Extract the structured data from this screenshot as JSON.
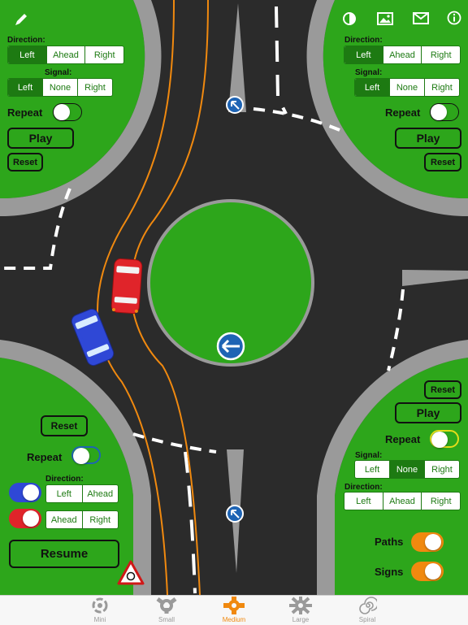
{
  "colors": {
    "grass": "#2da61b",
    "road": "#2b2b2b",
    "curb": "#9a9a9a",
    "accent_green": "#1d7a12",
    "orange": "#f0890f",
    "car_red": "#e0242a",
    "car_blue": "#2f48d6",
    "sign_blue": "#1e64b4"
  },
  "top_left_panel": {
    "edit_icon": "pencil-icon",
    "direction_label": "Direction:",
    "direction_options": [
      "Left",
      "Ahead",
      "Right"
    ],
    "direction_selected": "Left",
    "signal_label": "Signal:",
    "signal_options": [
      "Left",
      "None",
      "Right"
    ],
    "signal_selected": "Left",
    "repeat_label": "Repeat",
    "play_label": "Play",
    "reset_label": "Reset"
  },
  "top_right_panel": {
    "icons": [
      "contrast-icon",
      "image-icon",
      "mail-icon",
      "info-icon"
    ],
    "direction_label": "Direction:",
    "direction_options": [
      "Left",
      "Ahead",
      "Right"
    ],
    "direction_selected": "Left",
    "signal_label": "Signal:",
    "signal_options": [
      "Left",
      "None",
      "Right"
    ],
    "signal_selected": "Left",
    "repeat_label": "Repeat",
    "play_label": "Play",
    "reset_label": "Reset"
  },
  "bottom_left_panel": {
    "reset_label": "Reset",
    "repeat_label": "Repeat",
    "direction_label": "Direction:",
    "blue_car_options": [
      "Left",
      "Ahead"
    ],
    "blue_car_selected": "Ahead",
    "red_car_options": [
      "Ahead",
      "Right"
    ],
    "red_car_selected": "Ahead",
    "resume_label": "Resume"
  },
  "bottom_right_panel": {
    "reset_label": "Reset",
    "play_label": "Play",
    "repeat_label": "Repeat",
    "signal_label": "Signal:",
    "signal_options": [
      "Left",
      "None",
      "Right"
    ],
    "signal_selected": "None",
    "direction_label": "Direction:",
    "direction_options": [
      "Left",
      "Ahead",
      "Right"
    ],
    "direction_selected": "Left",
    "paths_label": "Paths",
    "signs_label": "Signs"
  },
  "tabs": [
    {
      "label": "Mini",
      "icon": "mini-roundabout-icon"
    },
    {
      "label": "Small",
      "icon": "small-roundabout-icon"
    },
    {
      "label": "Medium",
      "icon": "medium-roundabout-icon"
    },
    {
      "label": "Large",
      "icon": "large-roundabout-icon"
    },
    {
      "label": "Spiral",
      "icon": "spiral-roundabout-icon"
    }
  ],
  "active_tab": "Medium"
}
